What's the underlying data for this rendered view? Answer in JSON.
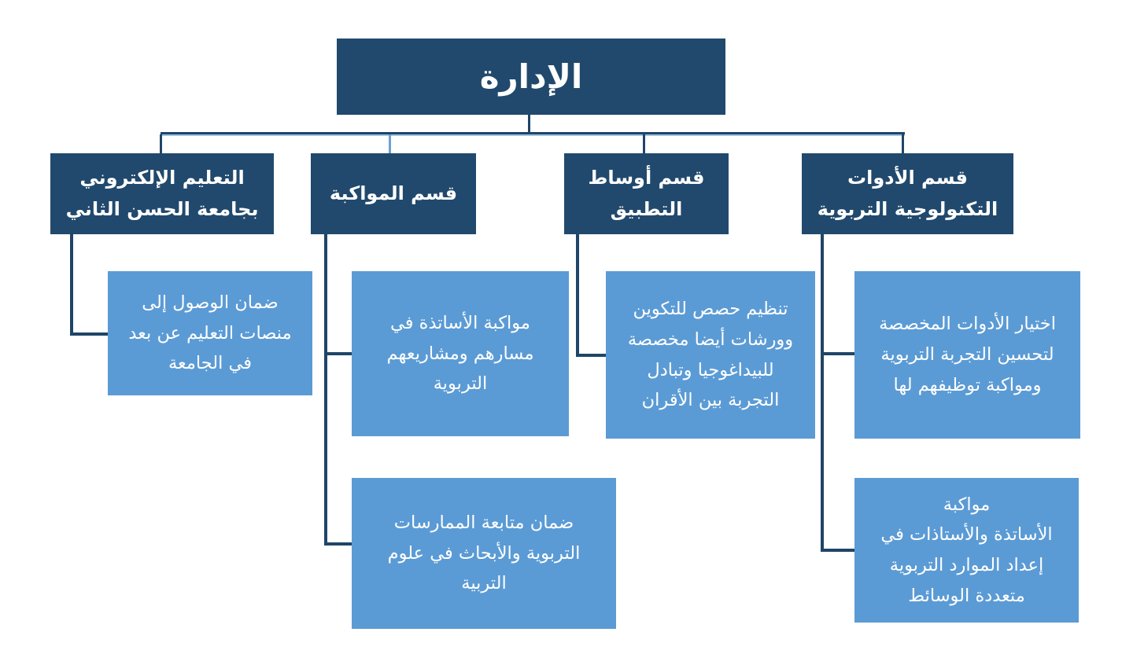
{
  "chart_data": {
    "type": "org-chart",
    "root": {
      "label": "الإدارة"
    },
    "departments": [
      {
        "label": "التعليم الإلكتروني\nبجامعة الحسن الثاني",
        "children": [
          "ضمان الوصول إلى\nمنصات التعليم عن بعد\nفي الجامعة"
        ]
      },
      {
        "label": "قسم المواكبة",
        "children": [
          "مواكبة الأساتذة في\nمسارهم ومشاريعهم\nالتربوية",
          "ضمان متابعة الممارسات\nالتربوية والأبحاث في علوم\nالتربية"
        ]
      },
      {
        "label": "قسم أوساط\nالتطبيق",
        "children": [
          "تنظيم حصص للتكوين\nوورشات أيضا مخصصة\nللبيداغوجيا وتبادل\nالتجربة بين الأقران"
        ]
      },
      {
        "label": "قسم الأدوات\nالتكنولوجية التربوية",
        "children": [
          "اختيار الأدوات المخصصة\nلتحسين التجربة التربوية\nومواكبة توظيفهم لها",
          "مواكبة\nالأساتذة والأستاذات في\nإعداد الموارد التربوية\nمتعددة الوسائط"
        ]
      }
    ],
    "colors": {
      "dark_box": "#21496d",
      "light_box": "#5b9bd5",
      "connector_dark": "#1f4568",
      "connector_light": "#9dc3e6",
      "connector_light_drop": "#6fa0cf",
      "text": "#ffffff",
      "background": "#ffffff"
    }
  }
}
